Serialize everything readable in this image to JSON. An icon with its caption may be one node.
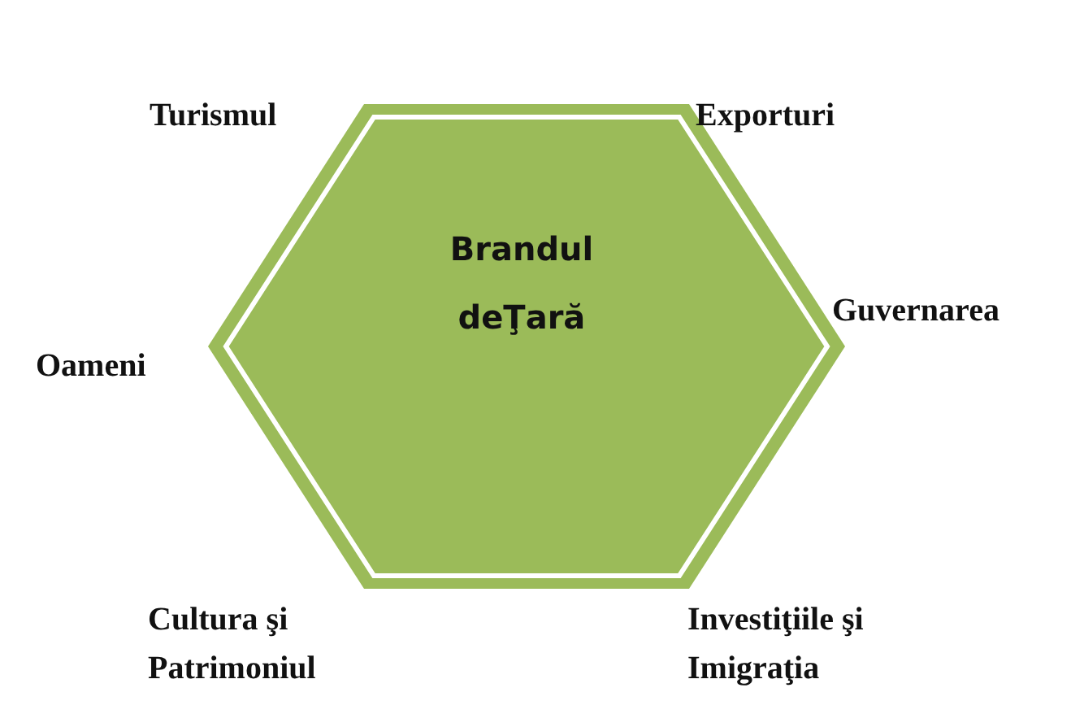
{
  "diagram": {
    "nodes": [
      {
        "text": [
          "Brandul deŢară"
        ]
      }
    ],
    "labels": [
      "Turismul",
      "Exporturi",
      "Guvernarea",
      "Oameni",
      "Cultura şi Patrimoniul",
      "Investiţiile şi Imigraţia"
    ]
  }
}
